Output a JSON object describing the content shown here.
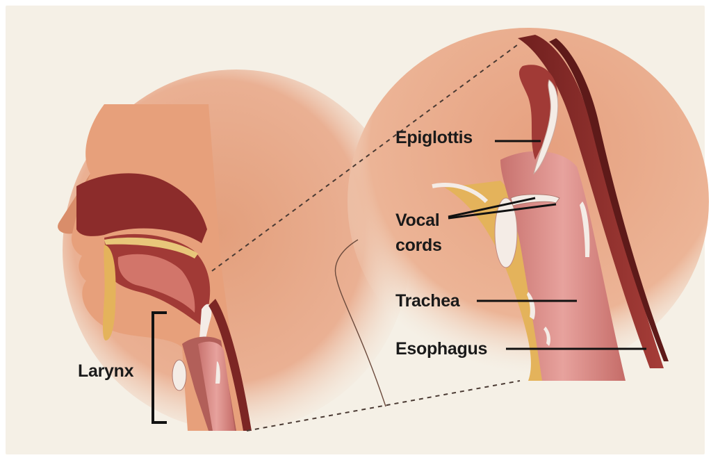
{
  "labels": {
    "larynx": "Larynx",
    "epiglottis": "Epiglottis",
    "vocal_cords_line1": "Vocal",
    "vocal_cords_line2": "cords",
    "trachea": "Trachea",
    "esophagus": "Esophagus"
  },
  "colors": {
    "background": "#f5f0e6",
    "skin": "#e8a581",
    "tissue_dark": "#8e2f2c",
    "trachea_pink": "#d98a86",
    "fat_yellow": "#e4b35b",
    "cartilage": "#f4ece6"
  }
}
